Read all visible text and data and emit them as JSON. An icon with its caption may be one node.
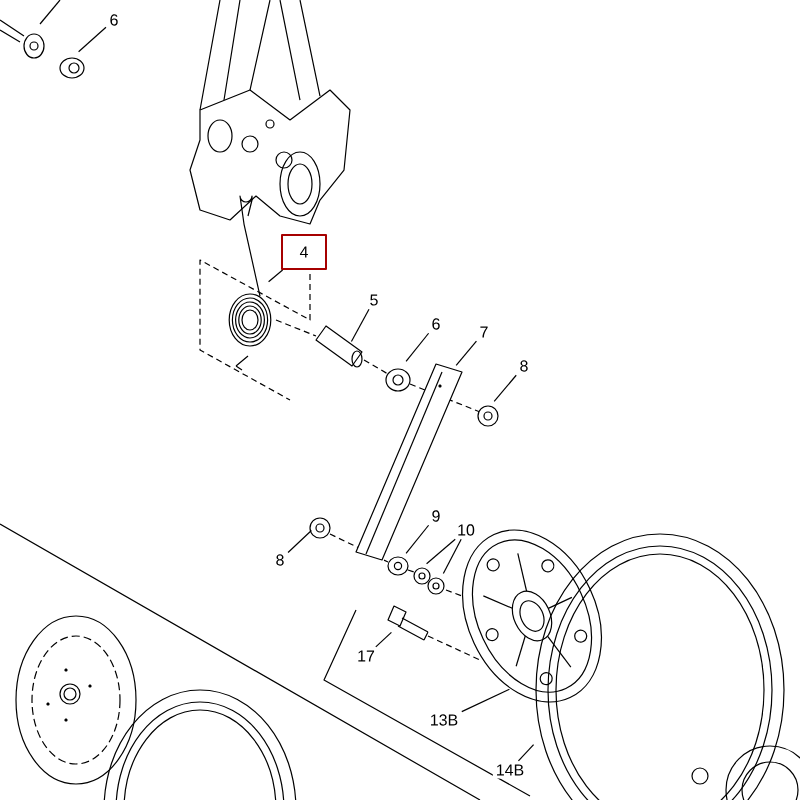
{
  "diagram": {
    "nodes": [
      {
        "text": [
          "6"
        ]
      },
      {
        "text": [],
        "shape": "picture"
      },
      {
        "text": [
          "4"
        ]
      },
      {
        "text": [],
        "shape": "picture"
      },
      {
        "text": [
          "5"
        ]
      },
      {
        "text": [],
        "shape": "picture"
      },
      {
        "text": [
          "6"
        ]
      },
      {
        "text": [],
        "shape": "picture"
      },
      {
        "text": [
          "7"
        ]
      },
      {
        "text": [],
        "shape": "picture"
      },
      {
        "text": [
          "8"
        ]
      },
      {
        "text": [],
        "shape": "picture"
      },
      {
        "text": [
          "8"
        ]
      },
      {
        "text": [],
        "shape": "picture"
      },
      {
        "text": [
          "9"
        ]
      },
      {
        "text": [],
        "shape": "picture"
      },
      {
        "text": [
          "10"
        ]
      },
      {
        "text": [],
        "shape": "picture"
      },
      {
        "text": [],
        "shape": "picture"
      },
      {
        "text": [
          "17"
        ]
      },
      {
        "text": [],
        "shape": "picture"
      },
      {
        "text": [
          "13B"
        ]
      },
      {
        "text": [],
        "shape": "picture"
      },
      {
        "text": [
          "14B"
        ]
      },
      {
        "text": [],
        "shape": "picture"
      }
    ],
    "edges": [
      {
        "from": 0,
        "to": 1,
        "arrow": "none"
      },
      {
        "from": 2,
        "to": 3,
        "arrow": "none"
      },
      {
        "from": 4,
        "to": 5,
        "arrow": "none"
      },
      {
        "from": 6,
        "to": 7,
        "arrow": "none"
      },
      {
        "from": 8,
        "to": 9,
        "arrow": "none"
      },
      {
        "from": 10,
        "to": 11,
        "arrow": "none"
      },
      {
        "from": 12,
        "to": 13,
        "arrow": "none"
      },
      {
        "from": 14,
        "to": 15,
        "arrow": "none"
      },
      {
        "from": 16,
        "to": 17,
        "arrow": "none"
      },
      {
        "from": 16,
        "to": 18,
        "arrow": "none"
      },
      {
        "from": 19,
        "to": 20,
        "arrow": "none"
      },
      {
        "from": 21,
        "to": 22,
        "arrow": "none"
      },
      {
        "from": 23,
        "to": 24,
        "arrow": "none"
      }
    ]
  }
}
